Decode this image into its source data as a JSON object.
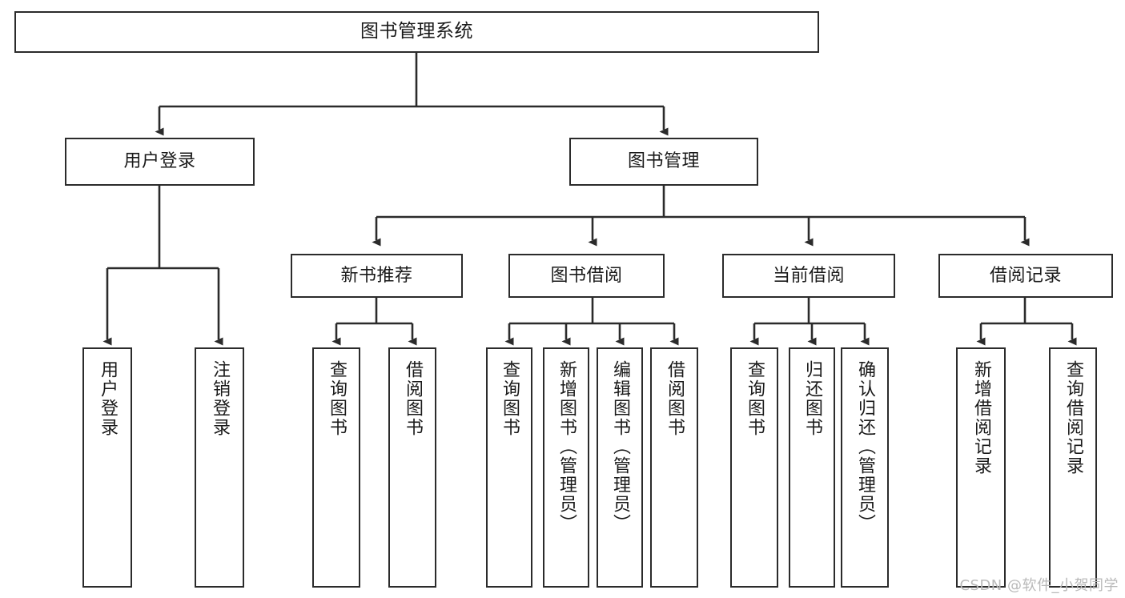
{
  "diagram": {
    "title": "图书管理系统",
    "type": "functional-decomposition-tree",
    "watermark": "CSDN @软件_小贺同学",
    "colors": {
      "stroke": "#2b2b2b",
      "fill": "#ffffff",
      "text": "#1a1a1a",
      "watermark": "#b9b9b9"
    },
    "nodes": {
      "root": {
        "label": "图书管理系统"
      },
      "level2": [
        {
          "id": "user-login",
          "label": "用户登录"
        },
        {
          "id": "book-management",
          "label": "图书管理"
        }
      ],
      "level3": [
        {
          "id": "new-book-recommend",
          "label": "新书推荐"
        },
        {
          "id": "book-borrow",
          "label": "图书借阅"
        },
        {
          "id": "current-borrow",
          "label": "当前借阅"
        },
        {
          "id": "borrow-record",
          "label": "借阅记录"
        }
      ],
      "leaves": {
        "user-login": [
          {
            "id": "leaf-user-login",
            "label": "用户登录"
          },
          {
            "id": "leaf-logout-login",
            "label": "注销登录"
          }
        ],
        "new-book-recommend": [
          {
            "id": "leaf-query-book-1",
            "label": "查询图书"
          },
          {
            "id": "leaf-borrow-book-1",
            "label": "借阅图书"
          }
        ],
        "book-borrow": [
          {
            "id": "leaf-query-book-2",
            "label": "查询图书"
          },
          {
            "id": "leaf-add-book",
            "label": "新增图书（管理员）"
          },
          {
            "id": "leaf-edit-book",
            "label": "编辑图书（管理员）"
          },
          {
            "id": "leaf-borrow-book-2",
            "label": "借阅图书"
          }
        ],
        "current-borrow": [
          {
            "id": "leaf-query-book-3",
            "label": "查询图书"
          },
          {
            "id": "leaf-return-book",
            "label": "归还图书"
          },
          {
            "id": "leaf-confirm-return",
            "label": "确认归还（管理员）"
          }
        ],
        "borrow-record": [
          {
            "id": "leaf-add-record",
            "label": "新增借阅记录"
          },
          {
            "id": "leaf-query-record",
            "label": "查询借阅记录"
          }
        ]
      }
    }
  }
}
